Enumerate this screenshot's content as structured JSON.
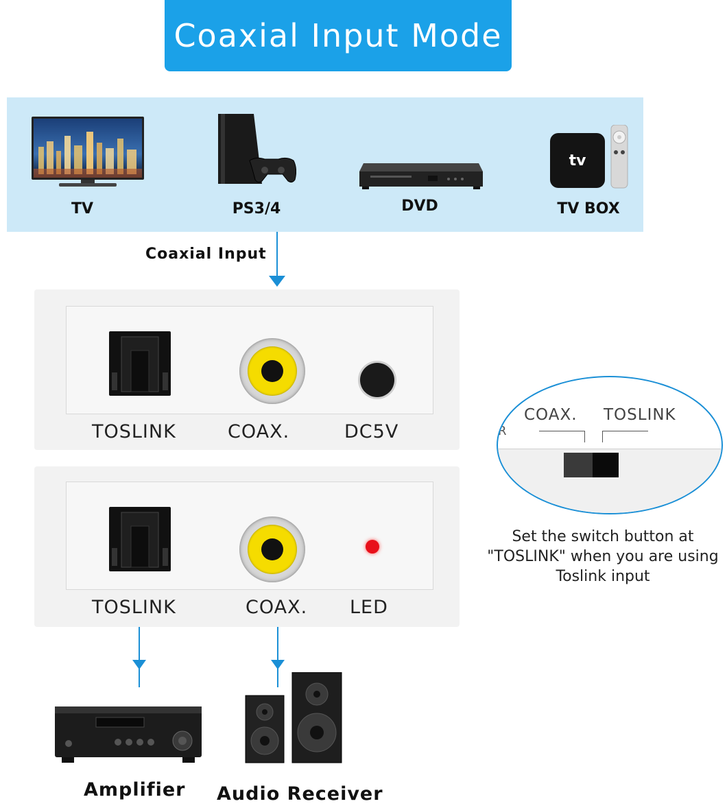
{
  "title": "Coaxial Input Mode",
  "sources": [
    {
      "label": "TV",
      "icon": "tv-icon"
    },
    {
      "label": "PS3/4",
      "icon": "game-console-icon"
    },
    {
      "label": "DVD",
      "icon": "dvd-player-icon"
    },
    {
      "label": "TV BOX",
      "icon": "tv-box-icon"
    }
  ],
  "tv_box_logo": "tv",
  "input_caption": "Coaxial Input",
  "top_device": {
    "ports": [
      "TOSLINK",
      "COAX.",
      "DC5V"
    ]
  },
  "bottom_device": {
    "ports": [
      "TOSLINK",
      "COAX.",
      "LED"
    ]
  },
  "switch": {
    "left_label": "COAX.",
    "right_label": "TOSLINK",
    "edge_mark": "R"
  },
  "note_lines": [
    "Set the switch button at",
    "\"TOSLINK\" when you are using",
    "Toslink input"
  ],
  "outputs": [
    {
      "label": "Amplifier",
      "icon": "amplifier-icon"
    },
    {
      "label": "Audio Receiver",
      "icon": "speakers-icon"
    }
  ],
  "colors": {
    "banner": "#1ba1e8",
    "panel": "#cde9f8",
    "arrow": "#1a8fd6",
    "coax_ring": "#f5dc00",
    "led": "#e8101a"
  }
}
